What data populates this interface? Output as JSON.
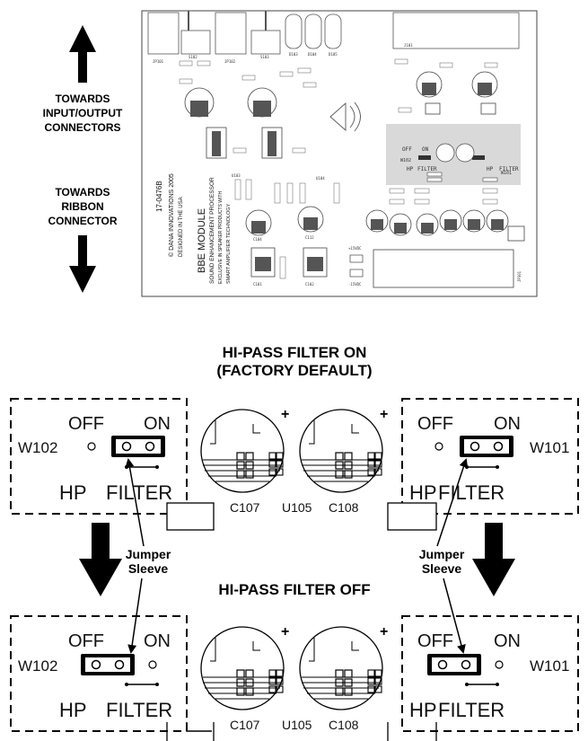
{
  "directions": {
    "towards_io_line1": "TOWARDS",
    "towards_io_line2": "INPUT/OUTPUT",
    "towards_io_line3": "CONNECTORS",
    "towards_ribbon_line1": "TOWARDS",
    "towards_ribbon_line2": "RIBBON",
    "towards_ribbon_line3": "CONNECTOR"
  },
  "pcb": {
    "part_number": "17-0476B",
    "copyright": "© DANA INNOVATIONS 2005",
    "designed": "DESIGNED IN THE USA",
    "module_title": "BBE MODULE",
    "module_subtitle": "SOUND ENHANCEMENT PROCESSOR",
    "exclusive": "EXCLUSIVE IN SPEAKER PRODUCTS WITH",
    "smart_amp": "SMART AMPLIFIER TECHNOLOGY",
    "labels": {
      "jp101": "JP101",
      "s102": "S102",
      "jp102": "JP102",
      "s103": "S103",
      "d103": "D103",
      "d104": "D104",
      "d105": "D105",
      "j101": "J101",
      "u103": "U103",
      "u104": "U104",
      "c101": "C101",
      "c102": "C102",
      "c104": "C104",
      "c112": "C112",
      "p15vdc": "+15VDC",
      "m15vdc": "-15VDC",
      "jp301": "JP301",
      "w102": "W102",
      "w101": "W101",
      "off": "OFF",
      "on": "ON",
      "hp": "HP",
      "filter": "FILTER"
    }
  },
  "section_on": {
    "title_line1": "HI-PASS FILTER ON",
    "title_line2": "(FACTORY DEFAULT)"
  },
  "section_off": {
    "title": "HI-PASS FILTER OFF"
  },
  "switch": {
    "off": "OFF",
    "on": "ON",
    "hp": "HP",
    "filter": "FILTER",
    "left_id": "W102",
    "right_id": "W101"
  },
  "components": {
    "c107": "C107",
    "u105": "U105",
    "c108": "C108"
  },
  "jumper": {
    "line1": "Jumper",
    "line2": "Sleeve"
  }
}
